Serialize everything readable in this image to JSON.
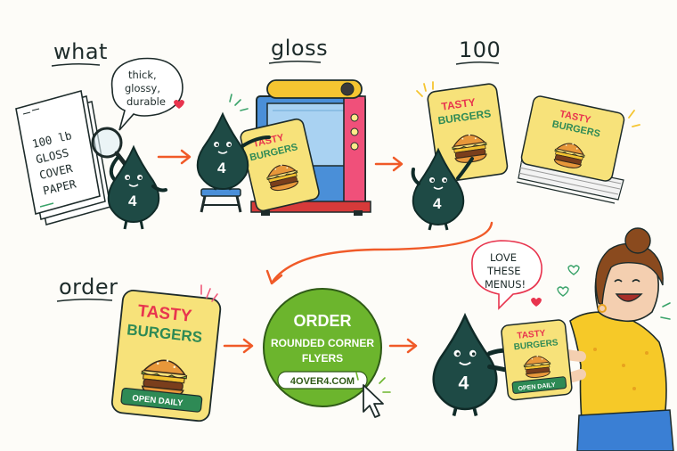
{
  "steps": {
    "what": "what",
    "gloss": "gloss",
    "hundred": "100",
    "order": "order"
  },
  "paper_stack": {
    "line1": "100 lb",
    "line2": "GLOSS",
    "line3": "COVER",
    "line4": "PAPER"
  },
  "bubble1": {
    "line1": "thick,",
    "line2": "glossy,",
    "line3": "durable"
  },
  "mascot_number": "4",
  "flyer": {
    "line1": "TASTY",
    "line2": "BURGERS",
    "ribbon": "OPEN DAILY"
  },
  "order_circle": {
    "line1": "ORDER",
    "line2": "ROUNDED CORNER",
    "line3": "FLYERS",
    "url": "4OVER4.COM"
  },
  "bubble2": {
    "line1": "LOVE",
    "line2": "THESE",
    "line3": "MENUS!"
  },
  "colors": {
    "ink_drop": "#1e4a45",
    "arrow": "#f05a28",
    "order_green": "#6cb52d",
    "flyer_yellow": "#f7e27a",
    "flyer_red": "#e8344e",
    "flyer_green": "#2e8a55",
    "press_blue": "#4a8fd8",
    "press_pink": "#f0507a",
    "roller_yellow": "#f5c531",
    "shirt_yellow": "#f6c928",
    "jeans_blue": "#3a7fd4"
  },
  "icons": [
    "magnifier-icon",
    "heart-icon",
    "cursor-icon",
    "sparkle-icon"
  ]
}
